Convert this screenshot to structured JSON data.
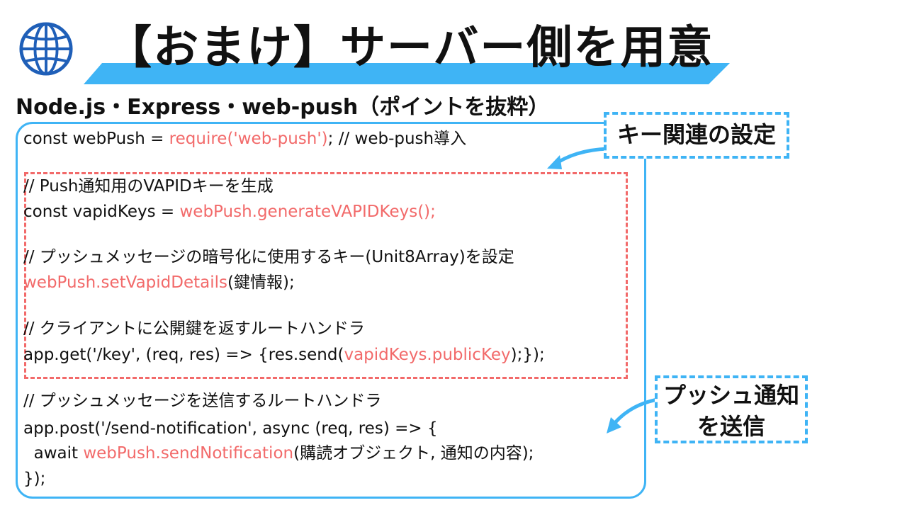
{
  "title": "【おまけ】サーバー側を用意",
  "subtitle": "Node.js・Express・web-push（ポイントを抜粋）",
  "code": {
    "l1": {
      "a": "const webPush = ",
      "b": "require('web-push')",
      "c": "; // web-push導入"
    },
    "l2": "// Push通知用のVAPIDキーを生成",
    "l3": {
      "a": "const vapidKeys = ",
      "b": "webPush.generateVAPIDKeys();"
    },
    "l4": "// プッシュメッセージの暗号化に使用するキー(Unit8Array)を設定",
    "l5": {
      "a": "webPush.setVapidDetails",
      "b": "(鍵情報);"
    },
    "l6": "// クライアントに公開鍵を返すルートハンドラ",
    "l7": {
      "a": "app.get('/key', (req, res) => {res.send(",
      "b": "vapidKeys.publicKey",
      "c": ");});"
    },
    "l8": "// プッシュメッセージを送信するルートハンドラ",
    "l9": "app.post('/send-notification', async (req, res) => {",
    "l10": {
      "a": "  await ",
      "b": "webPush.sendNotification",
      "c": "(購読オブジェクト, 通知の内容);"
    },
    "l11": "});"
  },
  "callouts": {
    "keys": "キー関連の設定",
    "push_line1": "プッシュ通知",
    "push_line2": "を送信"
  },
  "colors": {
    "accent_blue": "#3fb4f5",
    "highlight_red": "#f26a6a",
    "globe_blue": "#1f5fb8"
  },
  "icons": {
    "logo": "globe-icon"
  }
}
